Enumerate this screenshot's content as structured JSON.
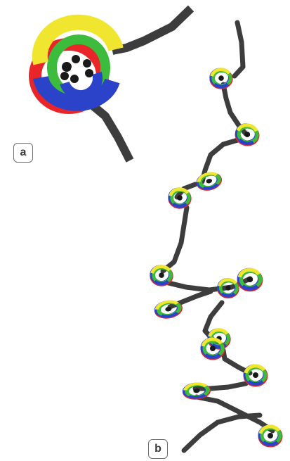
{
  "panels": [
    {
      "id": "a",
      "label": "a"
    },
    {
      "id": "b",
      "label": "b"
    }
  ],
  "colors": {
    "backbone": "#3d3d3d",
    "strand_1": "#e8262a",
    "strand_2": "#2a43c8",
    "strand_3": "#3dbb3d",
    "strand_4": "#f0e630",
    "ring_core": "#1a1a1a"
  },
  "icons": [
    "dna-coil-closeup",
    "dna-chromatin-fiber"
  ]
}
